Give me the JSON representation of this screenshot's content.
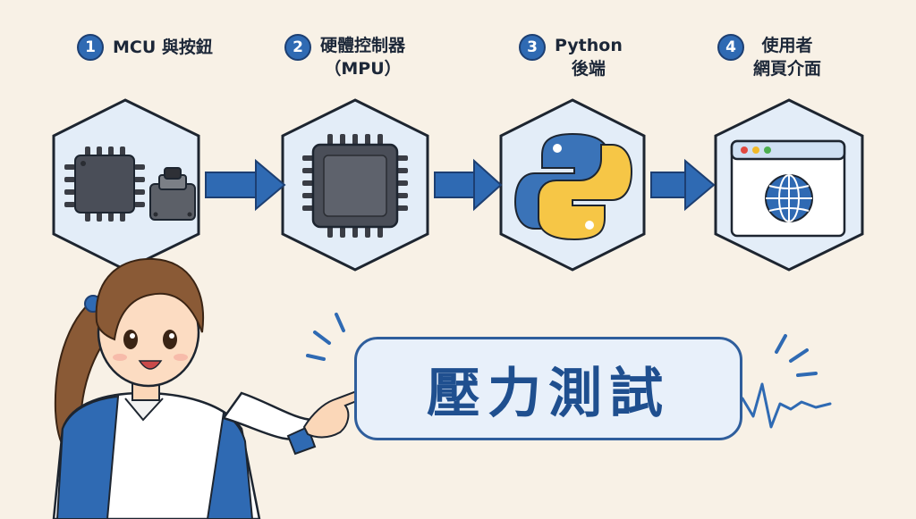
{
  "steps": [
    {
      "number": "1",
      "label": "MCU 與按鈕",
      "icon": "mcu-chip-button-icon"
    },
    {
      "number": "2",
      "label": "硬體控制器\n（MPU）",
      "icon": "mpu-chip-icon"
    },
    {
      "number": "3",
      "label": "Python\n後端",
      "icon": "python-logo-icon"
    },
    {
      "number": "4",
      "label": "使用者\n網頁介面",
      "icon": "browser-globe-icon"
    }
  ],
  "banner": {
    "text": "壓力測試"
  },
  "colors": {
    "background": "#f8f1e6",
    "accent": "#2f6ab3",
    "hexagon_fill": "#e3edf8",
    "arrow": "#2f6ab3",
    "python_blue": "#3a73b8",
    "python_yellow": "#f6c646"
  }
}
